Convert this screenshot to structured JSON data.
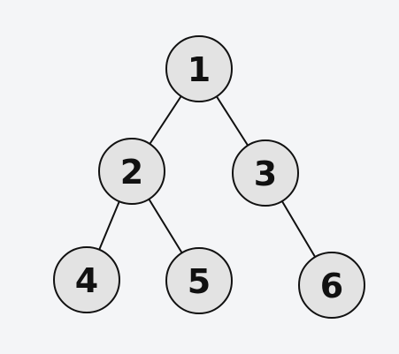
{
  "tree": {
    "nodes": [
      {
        "id": "n1",
        "label": "1"
      },
      {
        "id": "n2",
        "label": "2"
      },
      {
        "id": "n3",
        "label": "3"
      },
      {
        "id": "n4",
        "label": "4"
      },
      {
        "id": "n5",
        "label": "5"
      },
      {
        "id": "n6",
        "label": "6"
      }
    ],
    "edges": [
      {
        "from": "n1",
        "to": "n2"
      },
      {
        "from": "n1",
        "to": "n3"
      },
      {
        "from": "n2",
        "to": "n4"
      },
      {
        "from": "n2",
        "to": "n5"
      },
      {
        "from": "n3",
        "to": "n6"
      }
    ]
  }
}
